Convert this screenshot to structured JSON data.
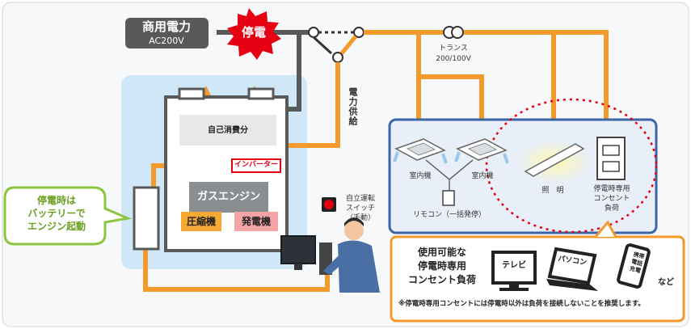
{
  "labels": {
    "grid_power": "商用電力",
    "grid_voltage": "AC200V",
    "outage": "停電",
    "transformer": "トランス",
    "transformer_voltage": "200/100V",
    "power_supply": "電力供給",
    "self_consumption": "自己消費分",
    "inverter": "インバーター",
    "gas_engine": "ガスエンジン",
    "compressor": "圧縮機",
    "generator": "発電機",
    "battery_start": "停電時は\nバッテリーで\nエンジン起動",
    "standalone_switch": "自立運転\nスイッチ\n（手動）",
    "indoor_unit_1": "室内機",
    "indoor_unit_2": "室内機",
    "remote": "リモコン（一括発停）",
    "lighting": "照　明",
    "outage_outlet_load": "停電時専用\nコンセント\n負荷",
    "usable_loads_title": "使用可能な\n停電時専用\nコンセント負荷",
    "tv": "テレビ",
    "pc": "パソコン",
    "phone_charge": "携帯\n電話\n充電",
    "etc": "など",
    "note": "※停電時専用コンセントには停電時以外は負荷を接続しないことを推奨します。"
  },
  "colors": {
    "orange": "#f39a2a",
    "gray_line": "#595959",
    "blue_bg": "#cfe7f7",
    "alert_red": "#e60012",
    "green": "#8cc63f"
  }
}
